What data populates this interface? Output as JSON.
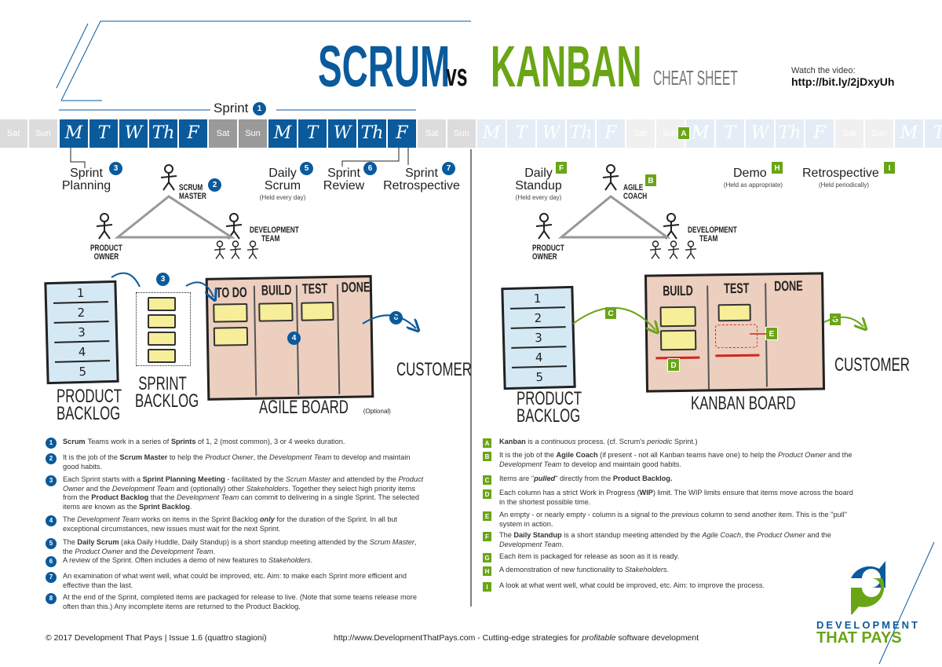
{
  "header": {
    "title_scrum": "SCRUM",
    "title_vs": "vs",
    "title_kanban": "KANBAN",
    "title_sub": "CHEAT SHEET",
    "video_label": "Watch the video:",
    "video_url": "http://bit.ly/2jDxyUh"
  },
  "colors": {
    "scrum_blue": "#0a5a9c",
    "kanban_green": "#6aa516",
    "sticky_yellow": "#f7ee9a",
    "board_fill": "#eccfbf",
    "backlog_fill": "#d5e9f5",
    "wip_red": "#d0261c"
  },
  "timeline": {
    "sprint_label": "Sprint",
    "sprint_badge": "1",
    "kanban_badge": "A",
    "days": [
      "Sat",
      "Sun",
      "M",
      "T",
      "W",
      "Th",
      "F",
      "Sat",
      "Sun",
      "M",
      "T",
      "W",
      "Th",
      "F",
      "Sat",
      "Sun",
      "M",
      "T",
      "W",
      "Th",
      "F",
      "Sat",
      "Sun",
      "M",
      "T",
      "W",
      "Th",
      "F",
      "Sat",
      "Sun",
      "M",
      "T"
    ]
  },
  "scrum": {
    "events": [
      {
        "label1": "Sprint",
        "label2": "Planning",
        "badge": "3"
      },
      {
        "label1": "Daily",
        "label2": "Scrum",
        "badge": "5",
        "note": "(Held every day)"
      },
      {
        "label1": "Sprint",
        "label2": "Review",
        "badge": "6"
      },
      {
        "label1": "Sprint",
        "label2": "Retrospective",
        "badge": "7"
      }
    ],
    "roles": {
      "master1": "SCRUM",
      "master2": "MASTER",
      "master_badge": "2",
      "owner1": "PRODUCT",
      "owner2": "OWNER",
      "team1": "DEVELOPMENT",
      "team2": "TEAM"
    },
    "product_backlog": {
      "title1": "PRODUCT",
      "title2": "BACKLOG",
      "rows": [
        "1",
        "2",
        "3",
        "4",
        "5"
      ]
    },
    "sprint_backlog": {
      "title1": "SPRINT",
      "title2": "BACKLOG",
      "badge": "3"
    },
    "board": {
      "title": "AGILE BOARD",
      "note": "(Optional)",
      "columns": [
        "TO DO",
        "BUILD",
        "TEST",
        "DONE"
      ],
      "badge": "4"
    },
    "customer": {
      "label": "CUSTOMER",
      "badge": "8"
    },
    "notes": [
      {
        "badge": "1",
        "segs": [
          [
            "b",
            "Scrum"
          ],
          [
            "",
            "Teams work in a series of "
          ],
          [
            "b",
            "Sprints"
          ],
          [
            "",
            " of 1, 2 (most common), 3 or 4 weeks duration."
          ]
        ]
      },
      {
        "badge": "2",
        "segs": [
          [
            "",
            "It is the job of the "
          ],
          [
            "b",
            "Scrum Master"
          ],
          [
            "",
            " to help the "
          ],
          [
            "i",
            "Product Owner"
          ],
          [
            "",
            ", the "
          ],
          [
            "i",
            "Development Team"
          ],
          [
            "",
            " to develop and maintain good habits."
          ]
        ]
      },
      {
        "badge": "3",
        "segs": [
          [
            "",
            "Each Sprint starts with a "
          ],
          [
            "b",
            "Sprint Planning Meeting"
          ],
          [
            "",
            " - facilitated by the "
          ],
          [
            "i",
            "Scrum Master"
          ],
          [
            "",
            " and attended by the "
          ],
          [
            "i",
            "Product Owner"
          ],
          [
            "",
            " and the "
          ],
          [
            "i",
            "Development Team"
          ],
          [
            "",
            " and (optionally) other "
          ],
          [
            "i",
            "Stakeholders"
          ],
          [
            "",
            ". Together they select high priority items from the "
          ],
          [
            "b",
            "Product Backlog"
          ],
          [
            "",
            " that the "
          ],
          [
            "i",
            "Development Team"
          ],
          [
            "",
            " can commit to delivering in a single Sprint. The selected items are known as the "
          ],
          [
            "b",
            "Sprint Backlog"
          ],
          [
            "",
            "."
          ]
        ]
      },
      {
        "badge": "4",
        "segs": [
          [
            "",
            "The "
          ],
          [
            "i",
            "Development Team"
          ],
          [
            "",
            " works on items in the Sprint Backlog "
          ],
          [
            "bi",
            "only"
          ],
          [
            "",
            " for the duration of the Sprint. In all but exceptional circumstances, new issues must wait for the next Sprint."
          ]
        ]
      },
      {
        "badge": "5",
        "segs": [
          [
            "",
            "The "
          ],
          [
            "b",
            "Daily Scrum"
          ],
          [
            "",
            " (aka Daily Huddle, Daily Standup) is a short standup meeting attended by the "
          ],
          [
            "i",
            "Scrum Master"
          ],
          [
            "",
            ", the "
          ],
          [
            "i",
            "Product Owner"
          ],
          [
            "",
            " and the "
          ],
          [
            "i",
            "Development Team"
          ],
          [
            "",
            "."
          ]
        ]
      },
      {
        "badge": "6",
        "segs": [
          [
            "",
            "A review of the Sprint. Often includes a demo of new features to "
          ],
          [
            "i",
            "Stakeholders"
          ],
          [
            "",
            "."
          ]
        ]
      },
      {
        "badge": "7",
        "segs": [
          [
            "",
            "An examination of what went well, what could be improved, etc. Aim: to make each Sprint more efficient and effective than the last."
          ]
        ]
      },
      {
        "badge": "8",
        "segs": [
          [
            "",
            "At the end of the Sprint, completed items are packaged for release to live. (Note that some teams release more often than this.) Any incomplete items are returned to the Product Backlog."
          ]
        ]
      }
    ]
  },
  "kanban": {
    "events": [
      {
        "label1": "Daily",
        "label2": "Standup",
        "badge": "F",
        "note": "(Held every day)"
      },
      {
        "label1": "Demo",
        "badge": "H",
        "note": "(Held as appropriate)"
      },
      {
        "label1": "Retrospective",
        "badge": "I",
        "note": "(Held periodically)"
      }
    ],
    "roles": {
      "coach1": "AGILE",
      "coach2": "COACH",
      "coach_badge": "B",
      "owner1": "PRODUCT",
      "owner2": "OWNER",
      "team1": "DEVELOPMENT",
      "team2": "TEAM"
    },
    "product_backlog": {
      "title1": "PRODUCT",
      "title2": "BACKLOG",
      "rows": [
        "1",
        "2",
        "3",
        "4",
        "5"
      ]
    },
    "board": {
      "title": "KANBAN BOARD",
      "columns": [
        "BUILD",
        "TEST",
        "DONE"
      ],
      "badge_c": "C",
      "badge_d": "D",
      "badge_e": "E"
    },
    "customer": {
      "label": "CUSTOMER",
      "badge": "G"
    },
    "notes": [
      {
        "badge": "A",
        "segs": [
          [
            "b",
            "Kanban"
          ],
          [
            "",
            " is a "
          ],
          [
            "i",
            "continuous"
          ],
          [
            "",
            " process. (cf. Scrum's "
          ],
          [
            "i",
            "periodic"
          ],
          [
            "",
            " Sprint.)"
          ]
        ]
      },
      {
        "badge": "B",
        "segs": [
          [
            "",
            "It is the job of the "
          ],
          [
            "b",
            "Agile Coach"
          ],
          [
            "",
            " (if present - not all Kanban teams have one) to help the "
          ],
          [
            "i",
            "Product Owner"
          ],
          [
            "",
            " and the "
          ],
          [
            "i",
            "Development Team"
          ],
          [
            "",
            " to develop and maintain good habits."
          ]
        ]
      },
      {
        "badge": "C",
        "segs": [
          [
            "",
            "Items are \""
          ],
          [
            "bi",
            "pulled"
          ],
          [
            "",
            "\" directly from the "
          ],
          [
            "b",
            "Product Backlog."
          ]
        ]
      },
      {
        "badge": "D",
        "segs": [
          [
            "",
            "Each column has a strict Work in Progress ("
          ],
          [
            "b",
            "WIP"
          ],
          [
            "",
            ") limit. The WIP limits ensure that items move across the board in the shortest possible time."
          ]
        ]
      },
      {
        "badge": "E",
        "segs": [
          [
            "",
            "An empty - or nearly empty - column is a signal to the "
          ],
          [
            "i",
            "previous"
          ],
          [
            "",
            " column to send another item. This is the \"pull\" system in action."
          ]
        ]
      },
      {
        "badge": "F",
        "segs": [
          [
            "",
            "The "
          ],
          [
            "b",
            "Daily Standup"
          ],
          [
            "",
            " is a short standup meeting attended by the "
          ],
          [
            "i",
            "Agile Coach"
          ],
          [
            "",
            ", the "
          ],
          [
            "i",
            "Product Owner"
          ],
          [
            "",
            " and the "
          ],
          [
            "i",
            "Development Team"
          ],
          [
            "",
            "."
          ]
        ]
      },
      {
        "badge": "G",
        "segs": [
          [
            "",
            "Each item is packaged for release as soon as it is ready."
          ]
        ]
      },
      {
        "badge": "H",
        "segs": [
          [
            "",
            "A demonstration of new functionality to "
          ],
          [
            "i",
            "Stakeholders"
          ],
          [
            "",
            "."
          ]
        ]
      },
      {
        "badge": "I",
        "segs": [
          [
            "",
            "A look at what went well, what could be improved, etc. Aim: to improve the process."
          ]
        ]
      }
    ]
  },
  "footer": {
    "copyright": "© 2017 Development That Pays | Issue 1.6 (quattro stagioni)",
    "url": "http://www.DevelopmentThatPays.com",
    "tagline_pre": " - Cutting-edge strategies for ",
    "tagline_em": "profitable",
    "tagline_post": " software development"
  },
  "logo": {
    "line1": "DEVELOPMENT",
    "line2": "THAT PAYS"
  }
}
